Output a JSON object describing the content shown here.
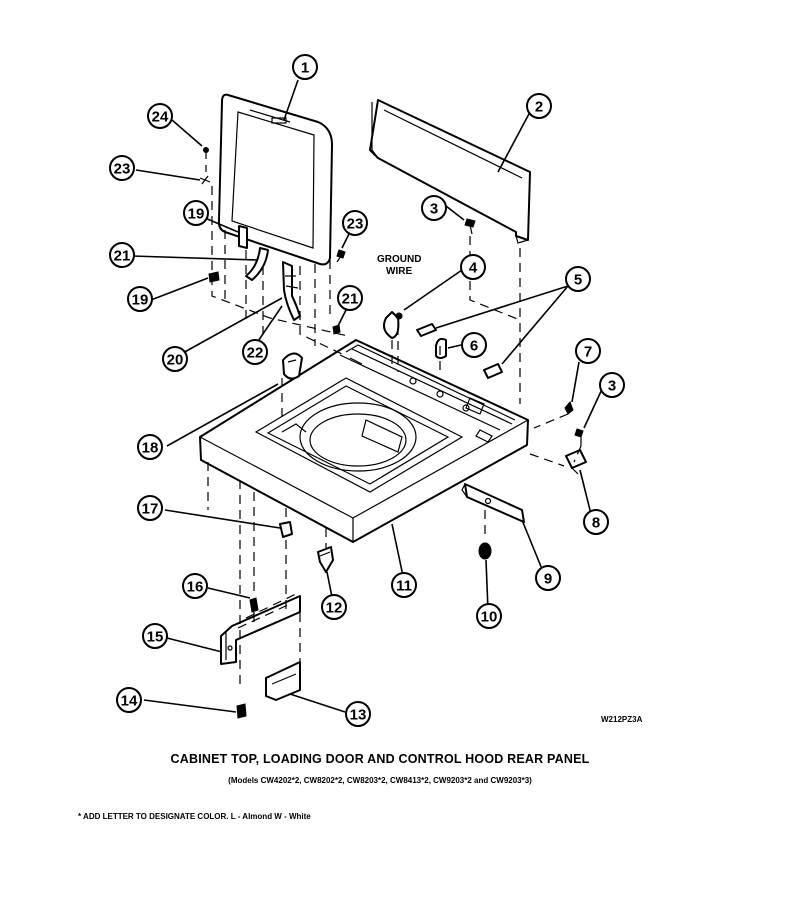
{
  "diagram": {
    "callouts": [
      "1",
      "2",
      "3",
      "4",
      "5",
      "6",
      "7",
      "3",
      "8",
      "9",
      "10",
      "11",
      "12",
      "13",
      "14",
      "15",
      "16",
      "17",
      "18",
      "19",
      "20",
      "21",
      "22",
      "19",
      "21",
      "23",
      "23",
      "24"
    ],
    "ground_wire_label": [
      "GROUND",
      "WIRE"
    ],
    "drawing_code": "W212PZ3A"
  },
  "caption": {
    "title": "CABINET TOP, LOADING DOOR AND CONTROL HOOD REAR PANEL",
    "models": "(Models CW4202*2, CW8202*2, CW8203*2, CW8413*2, CW9203*2 and CW9203*3)"
  },
  "footnote": "* ADD LETTER TO DESIGNATE COLOR.  L - Almond  W - White"
}
